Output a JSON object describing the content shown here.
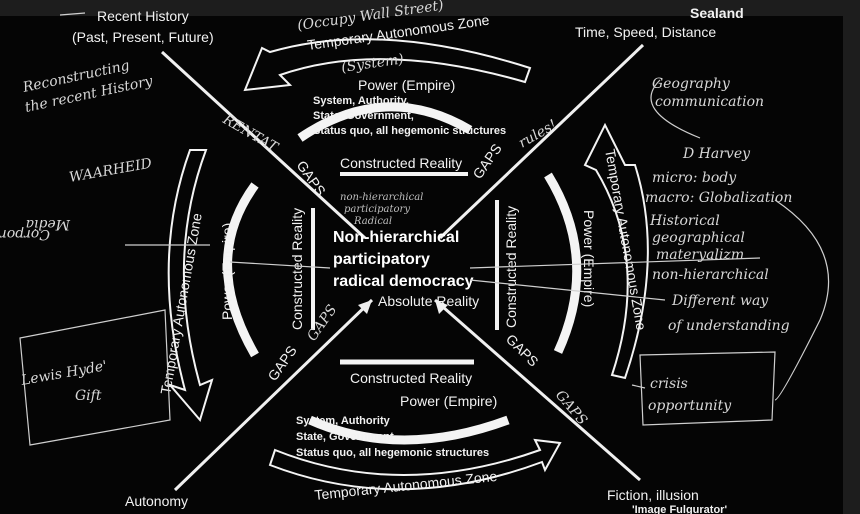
{
  "printed": {
    "recent_history": "Recent History",
    "past_present_future": "(Past, Present, Future)",
    "sealand": "Sealand",
    "time_speed_distance": "Time, Speed, Distance",
    "taz": "Temporary Autonomous Zone",
    "power_empire": "Power (Empire)",
    "system_authority": "System, Authority,",
    "state_government": "State, Government,",
    "status_quo": "Status quo, all hegemonic structures",
    "system_authority_b": "System, Authority",
    "state_government_b": "State, Government",
    "constructed_reality": "Constructed Reality",
    "gaps": "GAPS",
    "center_line1": "Non-hierarchical",
    "center_line2": "participatory",
    "center_line3": "radical democracy",
    "absolute_reality": "Absolute Reality",
    "autonomy": "Autonomy",
    "fiction_illusion": "Fiction, illusion",
    "image_fulgurator": "'Image Fulgurator'"
  },
  "handwritten": {
    "occupy": "(Occupy Wall Street)",
    "system": "(System)",
    "reconstructing1": "Reconstructing",
    "reconstructing2": "the recent History",
    "waarheid": "WAARHEID",
    "rentat": "RENTAT",
    "corporate": "Corporate",
    "media": "Media",
    "lewis_hyde": "Lewis Hyde'",
    "gift": "Gift",
    "rules": "rules!",
    "geography": "Geography",
    "communication": "communication",
    "harvey": "D Harvey",
    "micro": "micro: body",
    "macro": "macro: Globalization",
    "historical": "Historical",
    "geographical": "geographical",
    "materialism": "materyalizm",
    "nonhier": "non-hierarchical",
    "different": "Different way",
    "understanding": "of understanding",
    "crisis": "crisis",
    "opportunity": "opportunity",
    "center_note1": "non-hierarchical",
    "center_note2": "participatory",
    "center_note3": "Radical",
    "gaps_hand": "GAPS"
  }
}
